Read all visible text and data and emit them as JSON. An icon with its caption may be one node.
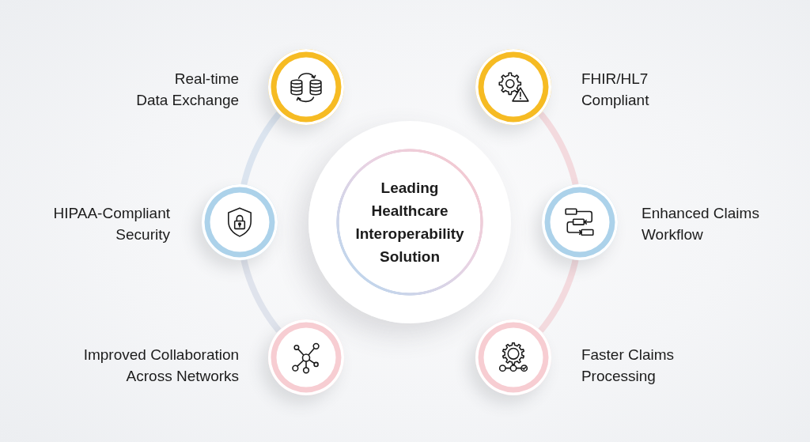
{
  "diagram": {
    "nodes": [
      {
        "text": [
          "Leading Healthcare Interoperability Solution"
        ]
      },
      {
        "text": [
          "Real-time Data Exchange"
        ]
      },
      {
        "text": [
          "FHIR/HL7 Compliant"
        ]
      },
      {
        "text": [
          "HIPAA-Compliant Security"
        ]
      },
      {
        "text": [
          "Enhanced Claims Workflow"
        ]
      },
      {
        "text": [
          "Improved Collaboration Across Networks"
        ]
      },
      {
        "text": [
          "Faster Claims Processing"
        ]
      }
    ],
    "edges": [
      {
        "from": 1,
        "to": 3,
        "arrow": "none",
        "color": "#dbe4ef"
      },
      {
        "from": 3,
        "to": 5,
        "arrow": "none",
        "color": "#dfe3ec"
      },
      {
        "from": 2,
        "to": 4,
        "arrow": "none",
        "color": "#f3dade"
      },
      {
        "from": 4,
        "to": 6,
        "arrow": "none",
        "color": "#f3dade"
      }
    ]
  }
}
